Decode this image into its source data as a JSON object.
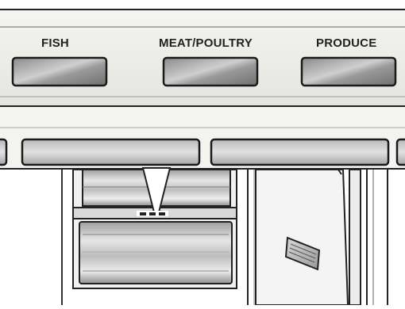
{
  "panel": {
    "buttons": [
      {
        "label": "FISH"
      },
      {
        "label": "MEAT/POULTRY"
      },
      {
        "label": "PRODUCE"
      }
    ]
  }
}
